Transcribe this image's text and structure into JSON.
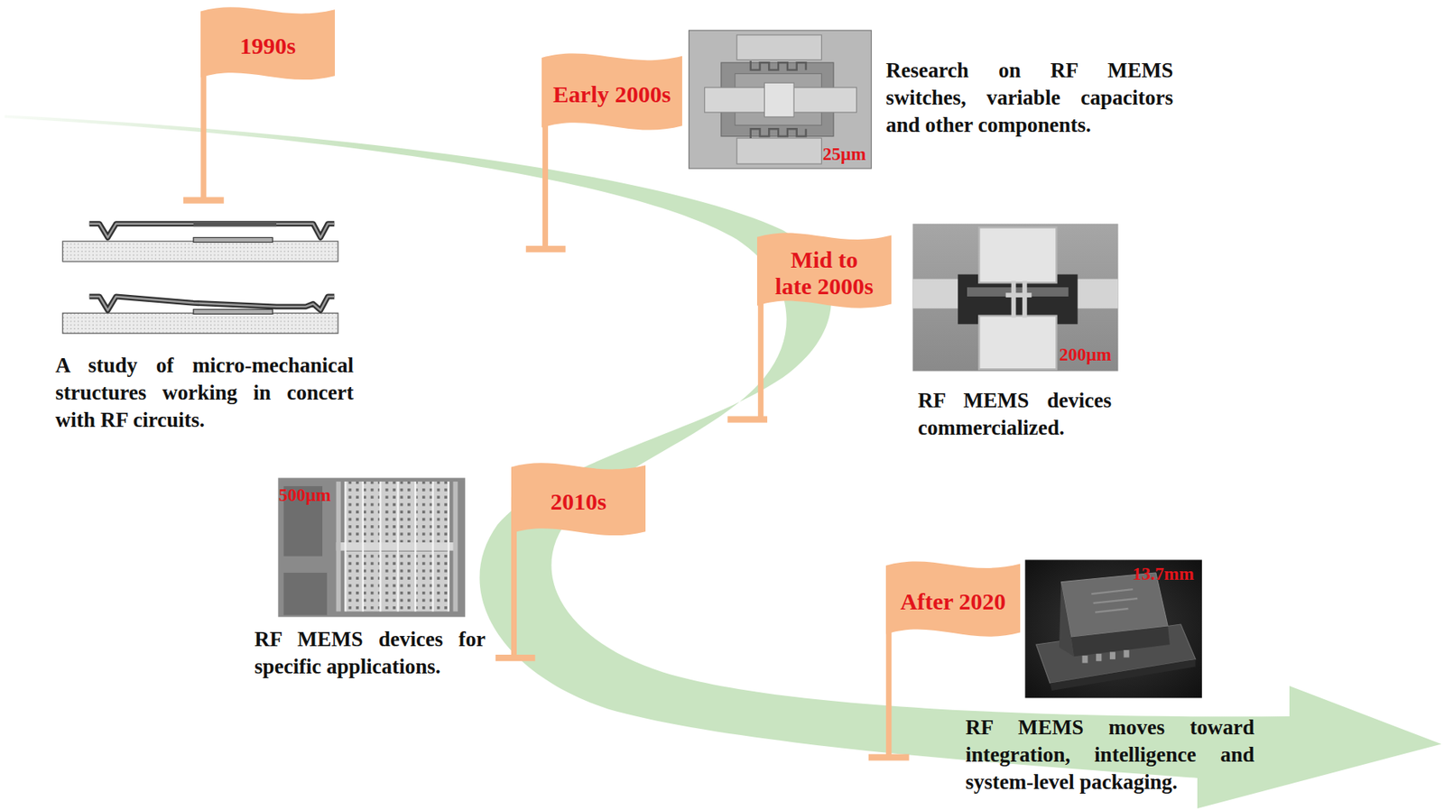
{
  "diagram": {
    "nodes": [
      {
        "text": [
          "1990s"
        ]
      },
      {
        "text": [
          "Early 2000s"
        ]
      },
      {
        "text": [
          "Mid to late 2000s"
        ]
      },
      {
        "text": [
          "2010s"
        ]
      },
      {
        "text": [
          "After 2020"
        ]
      }
    ],
    "labels": [
      "A study of micro-mechanical structures working in concert with RF circuits.",
      "25µm",
      "Research on RF MEMS switches, variable capacitors and other components.",
      "200µm",
      "RF MEMS devices commercialized.",
      "500µm",
      "RF MEMS devices for specific applications.",
      "13.7mm",
      "RF MEMS moves toward integration, intelligence and system-level packaging."
    ]
  }
}
